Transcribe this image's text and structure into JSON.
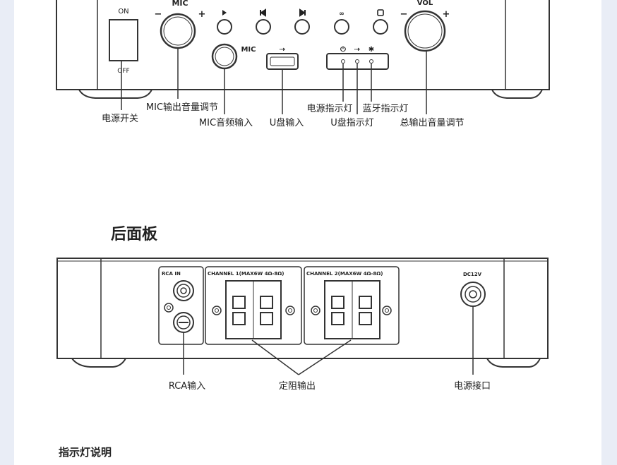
{
  "front": {
    "on": "ON",
    "off": "OFF",
    "mic_knob": "MIC",
    "mic_jack": "MIC",
    "vol": "VOL",
    "minus": "−",
    "plus": "+",
    "callouts": {
      "power_switch": "电源开关",
      "mic_volume": "MIC输出音量调节",
      "mic_input": "MIC音频输入",
      "usb_input": "U盘输入",
      "power_led": "电源指示灯",
      "bt_led": "蓝牙指示灯",
      "usb_led": "U盘指示灯",
      "master_volume": "总输出音量调节"
    }
  },
  "rear_title": "后面板",
  "rear": {
    "rca_in": "RCA IN",
    "channel1": "CHANNEL 1(MAX6W 4Ω-8Ω)",
    "channel2": "CHANNEL 2(MAX6W 4Ω-8Ω)",
    "dc": "DC12V",
    "callouts": {
      "rca_input": "RCA输入",
      "speaker_out": "定阻输出",
      "power_port": "电源接口"
    }
  },
  "indicator_title": "指示灯说明"
}
